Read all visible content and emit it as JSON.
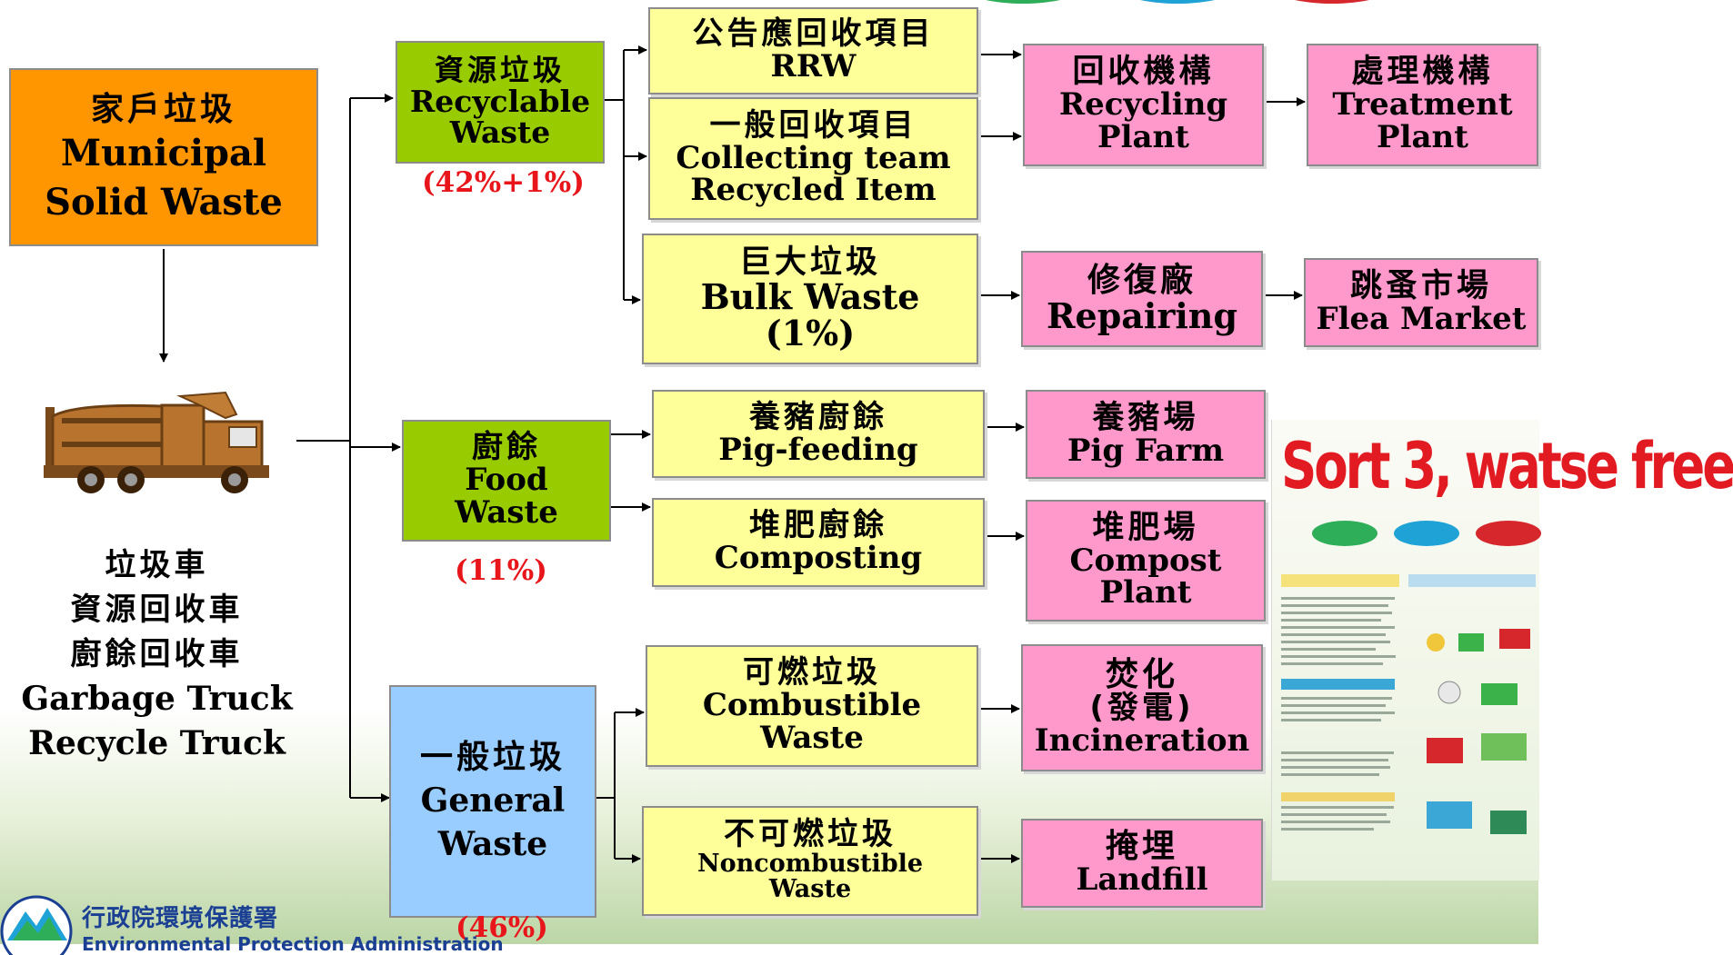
{
  "source": {
    "zh": "家戶垃圾",
    "en_line1": "Municipal",
    "en_line2": "Solid Waste"
  },
  "trucks": {
    "zh_line1": "垃圾車",
    "zh_line2": "資源回收車",
    "zh_line3": "廚餘回收車",
    "en_line1": "Garbage Truck",
    "en_line2": "Recycle Truck"
  },
  "categories": {
    "recyclable": {
      "zh": "資源垃圾",
      "en_line1": "Recyclable",
      "en_line2": "Waste",
      "percent": "(42%+1%)"
    },
    "food": {
      "zh": "廚餘",
      "en_line1": "Food",
      "en_line2": "Waste",
      "percent": "(11%)"
    },
    "general": {
      "zh": "一般垃圾",
      "en_line1": "General",
      "en_line2": "Waste",
      "percent": "(46%)"
    }
  },
  "items": {
    "rrw": {
      "zh": "公告應回收項目",
      "en": "RRW"
    },
    "collecting": {
      "zh": "一般回收項目",
      "en_line1": "Collecting team",
      "en_line2": "Recycled Item"
    },
    "bulk": {
      "zh": "巨大垃圾",
      "en": "Bulk Waste",
      "percent": "(1%)"
    },
    "pig_feeding": {
      "zh": "養豬廚餘",
      "en": "Pig-feeding"
    },
    "composting": {
      "zh": "堆肥廚餘",
      "en": "Composting"
    },
    "combustible": {
      "zh": "可燃垃圾",
      "en_line1": "Combustible",
      "en_line2": "Waste"
    },
    "noncombustible": {
      "zh": "不可燃垃圾",
      "en_line1": "Noncombustible",
      "en_line2": "Waste"
    }
  },
  "destinations": {
    "recycling_plant": {
      "zh": "回收機構",
      "en_line1": "Recycling",
      "en_line2": "Plant"
    },
    "treatment_plant": {
      "zh": "處理機構",
      "en_line1": "Treatment",
      "en_line2": "Plant"
    },
    "repairing": {
      "zh": "修復廠",
      "en": "Repairing"
    },
    "flea_market": {
      "zh": "跳蚤市場",
      "en": "Flea Market"
    },
    "pig_farm": {
      "zh": "養豬場",
      "en": "Pig Farm"
    },
    "compost_plant": {
      "zh": "堆肥場",
      "en_line1": "Compost",
      "en_line2": "Plant"
    },
    "incineration": {
      "zh_line1": "焚化",
      "zh_line2": "(發電)",
      "en": "Incineration"
    },
    "landfill": {
      "zh": "掩埋",
      "en": "Landfill"
    }
  },
  "poster": {
    "title": "Sort 3, watse free"
  },
  "agency": {
    "zh": "行政院環境保護署",
    "en": "Environmental Protection Administration"
  },
  "colors": {
    "source": "#ff9600",
    "category_green": "#99cc00",
    "category_blue": "#99ccff",
    "item_yellow": "#ffff99",
    "destination_pink": "#ff99cc",
    "percent_red": "#e8151b"
  }
}
